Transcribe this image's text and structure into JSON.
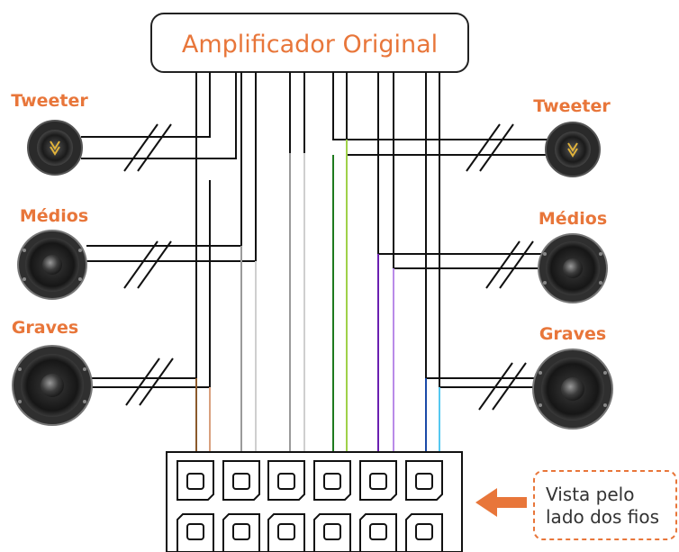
{
  "amplifier": {
    "label": "Amplificador Original"
  },
  "speakers": {
    "left": {
      "tweeter": "Tweeter",
      "mids": "Médios",
      "woofer": "Graves"
    },
    "right": {
      "tweeter": "Tweeter",
      "mids": "Médios",
      "woofer": "Graves"
    }
  },
  "connector": {
    "view_note_line1": "Vista pelo",
    "view_note_line2": "lado dos fios"
  },
  "colors": {
    "accent_orange": "#e8763a",
    "wire_black": "#111111",
    "wire_brown": "#8b5a2b",
    "wire_brown_light": "#d9a07e",
    "wire_gray": "#9a9a9a",
    "wire_gray_light": "#cfcfcf",
    "wire_green": "#1e7a1e",
    "wire_green_light": "#9fd14a",
    "wire_violet": "#6a1fb0",
    "wire_violet_light": "#b98be8",
    "wire_blue": "#1a4aa8",
    "wire_blue_light": "#55c8f0"
  },
  "icons": {
    "tweeter": "tweeter-speaker-icon",
    "mid": "midrange-speaker-icon",
    "woofer": "woofer-speaker-icon",
    "arrow": "arrow-left-icon"
  }
}
